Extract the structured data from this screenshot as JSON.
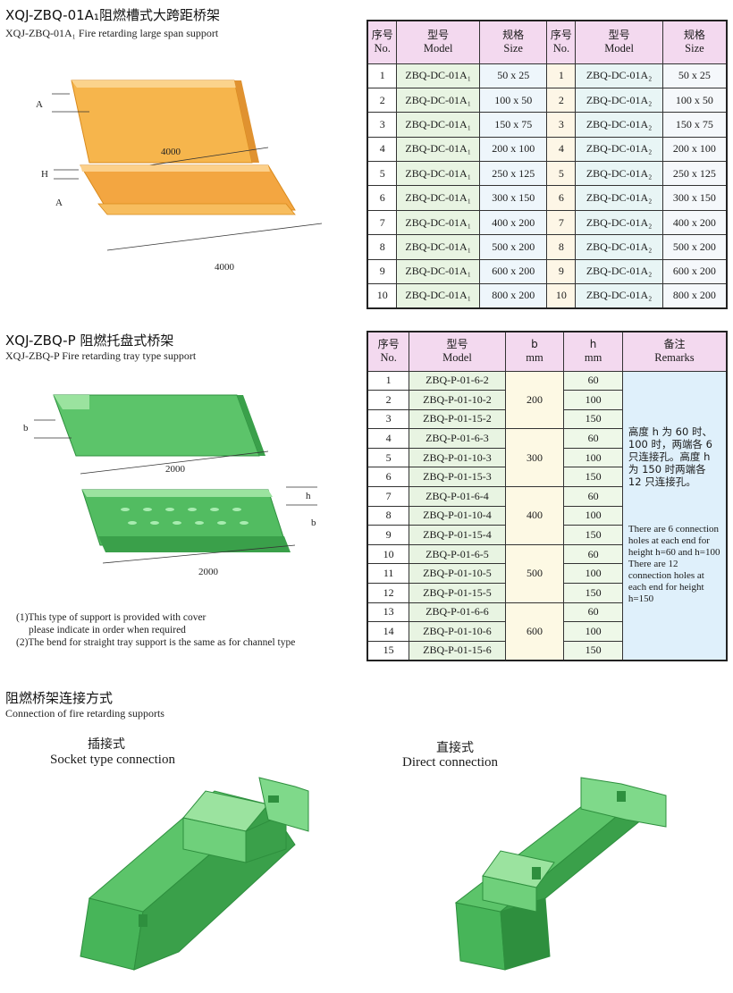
{
  "section1": {
    "title_cn": "XQJ-ZBQ-01A₁阻燃槽式大跨距桥架",
    "title_en": "XQJ-ZBQ-01A₁ Fire retarding large span support",
    "dim_a": "A",
    "dim_h": "H",
    "dim_len": "4000",
    "headers": {
      "no_cn": "序号",
      "no_en": "No.",
      "model_cn": "型号",
      "model_en": "Model",
      "size_cn": "规格",
      "size_en": "Size"
    },
    "rows": [
      {
        "no": "1",
        "model": "ZBQ-DC-01A₁",
        "size": "50 x 25",
        "no2": "1",
        "model2": "ZBQ-DC-01A₂",
        "size2": "50 x 25"
      },
      {
        "no": "2",
        "model": "ZBQ-DC-01A₁",
        "size": "100 x 50",
        "no2": "2",
        "model2": "ZBQ-DC-01A₂",
        "size2": "100 x 50"
      },
      {
        "no": "3",
        "model": "ZBQ-DC-01A₁",
        "size": "150 x 75",
        "no2": "3",
        "model2": "ZBQ-DC-01A₂",
        "size2": "150 x 75"
      },
      {
        "no": "4",
        "model": "ZBQ-DC-01A₁",
        "size": "200 x 100",
        "no2": "4",
        "model2": "ZBQ-DC-01A₂",
        "size2": "200 x 100"
      },
      {
        "no": "5",
        "model": "ZBQ-DC-01A₁",
        "size": "250 x 125",
        "no2": "5",
        "model2": "ZBQ-DC-01A₂",
        "size2": "250 x 125"
      },
      {
        "no": "6",
        "model": "ZBQ-DC-01A₁",
        "size": "300 x 150",
        "no2": "6",
        "model2": "ZBQ-DC-01A₂",
        "size2": "300 x 150"
      },
      {
        "no": "7",
        "model": "ZBQ-DC-01A₁",
        "size": "400 x 200",
        "no2": "7",
        "model2": "ZBQ-DC-01A₂",
        "size2": "400 x 200"
      },
      {
        "no": "8",
        "model": "ZBQ-DC-01A₁",
        "size": "500 x 200",
        "no2": "8",
        "model2": "ZBQ-DC-01A₂",
        "size2": "500 x 200"
      },
      {
        "no": "9",
        "model": "ZBQ-DC-01A₁",
        "size": "600 x 200",
        "no2": "9",
        "model2": "ZBQ-DC-01A₂",
        "size2": "600 x 200"
      },
      {
        "no": "10",
        "model": "ZBQ-DC-01A₁",
        "size": "800 x 200",
        "no2": "10",
        "model2": "ZBQ-DC-01A₂",
        "size2": "800 x 200"
      }
    ]
  },
  "section2": {
    "title_cn": "XQJ-ZBQ-P 阻燃托盘式桥架",
    "title_en": "XQJ-ZBQ-P Fire retarding tray type support",
    "dim_b": "b",
    "dim_h": "h",
    "dim_len": "2000",
    "notes": [
      "(1)This type of support is provided with cover",
      "please indicate in order when required",
      "(2)The bend for straight tray support is the same as for channel type"
    ],
    "headers": {
      "no_cn": "序号",
      "no_en": "No.",
      "model_cn": "型号",
      "model_en": "Model",
      "b": "b",
      "b_unit": "mm",
      "h": "h",
      "h_unit": "mm",
      "rem_cn": "备注",
      "rem_en": "Remarks"
    },
    "rows": [
      {
        "no": "1",
        "model": "ZBQ-P-01-6-2",
        "h": "60"
      },
      {
        "no": "2",
        "model": "ZBQ-P-01-10-2",
        "h": "100"
      },
      {
        "no": "3",
        "model": "ZBQ-P-01-15-2",
        "h": "150"
      },
      {
        "no": "4",
        "model": "ZBQ-P-01-6-3",
        "h": "60"
      },
      {
        "no": "5",
        "model": "ZBQ-P-01-10-3",
        "h": "100"
      },
      {
        "no": "6",
        "model": "ZBQ-P-01-15-3",
        "h": "150"
      },
      {
        "no": "7",
        "model": "ZBQ-P-01-6-4",
        "h": "60"
      },
      {
        "no": "8",
        "model": "ZBQ-P-01-10-4",
        "h": "100"
      },
      {
        "no": "9",
        "model": "ZBQ-P-01-15-4",
        "h": "150"
      },
      {
        "no": "10",
        "model": "ZBQ-P-01-6-5",
        "h": "60"
      },
      {
        "no": "11",
        "model": "ZBQ-P-01-10-5",
        "h": "100"
      },
      {
        "no": "12",
        "model": "ZBQ-P-01-15-5",
        "h": "150"
      },
      {
        "no": "13",
        "model": "ZBQ-P-01-6-6",
        "h": "60"
      },
      {
        "no": "14",
        "model": "ZBQ-P-01-10-6",
        "h": "100"
      },
      {
        "no": "15",
        "model": "ZBQ-P-01-15-6",
        "h": "150"
      }
    ],
    "b_groups": [
      "200",
      "300",
      "400",
      "500",
      "600"
    ],
    "remarks_cn": "高度 h 为 60 时、100 时，两端各 6 只连接孔。高度 h 为 150 时两端各 12 只连接孔。",
    "remarks_en": "There are 6 connection holes at each end for height h=60 and h=100 There are 12 connection holes at each end for height h=150"
  },
  "section3": {
    "title_cn": "阻燃桥架连接方式",
    "title_en": "Connection of fire retarding supports",
    "socket_cn": "插接式",
    "socket_en": "Socket type connection",
    "direct_cn": "直接式",
    "direct_en": "Direct connection"
  },
  "colors": {
    "orange": "#f2a33a",
    "orange_light": "#f8c777",
    "green": "#5cc46a",
    "green_light": "#9be39f",
    "green_dark": "#2e8f3e"
  }
}
